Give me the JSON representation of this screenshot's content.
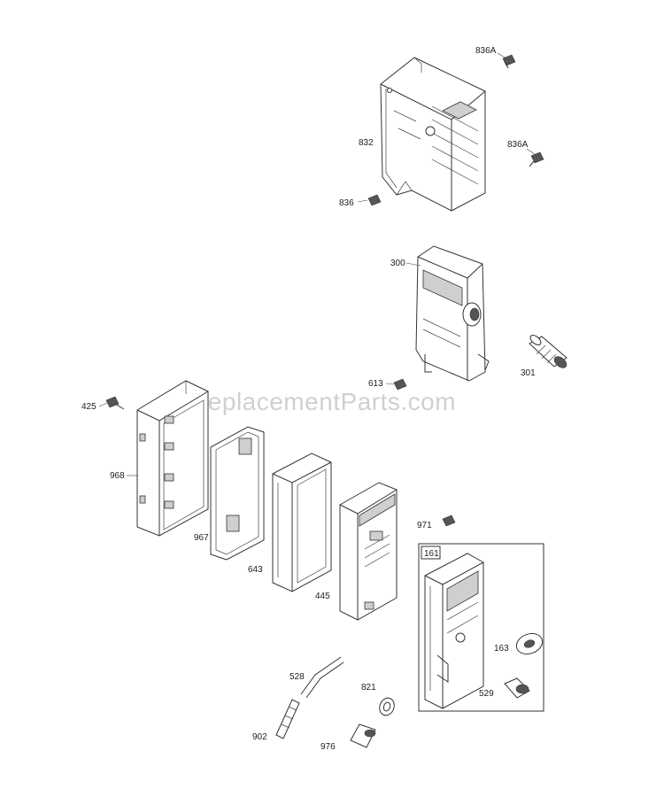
{
  "watermark": "eReplacementParts.com",
  "labels": {
    "p836A_top": "836A",
    "p832": "832",
    "p836A_mid": "836A",
    "p836": "836",
    "p300": "300",
    "p301": "301",
    "p613": "613",
    "p425": "425",
    "p968": "968",
    "p967": "967",
    "p643": "643",
    "p445": "445",
    "p971": "971",
    "p161": "161",
    "p163": "163",
    "p529": "529",
    "p528": "528",
    "p821": "821",
    "p902": "902",
    "p976": "976"
  }
}
